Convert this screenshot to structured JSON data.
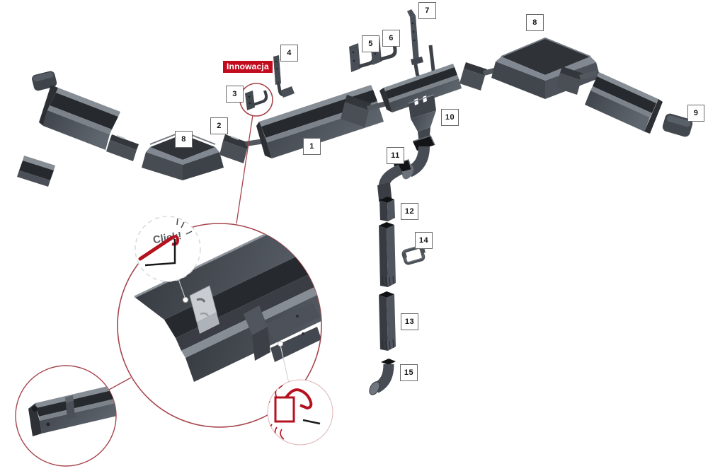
{
  "badge": {
    "text": "Innowacja"
  },
  "callout": {
    "click_text": "Click!"
  },
  "part_numbers": [
    "1",
    "2",
    "3",
    "4",
    "5",
    "6",
    "7",
    "8",
    "8",
    "9",
    "10",
    "11",
    "12",
    "13",
    "14",
    "15"
  ],
  "colors": {
    "background": "#ffffff",
    "metal_dark": "#26292e",
    "metal_mid": "#4b5058",
    "metal_light": "#868d95",
    "metal_silver": "#c9cdd2",
    "accent_red": "#c30b1e",
    "callout_line_red": "#a6454c",
    "sketch_red": "#b5121f",
    "label_border": "#6a6a6a"
  }
}
